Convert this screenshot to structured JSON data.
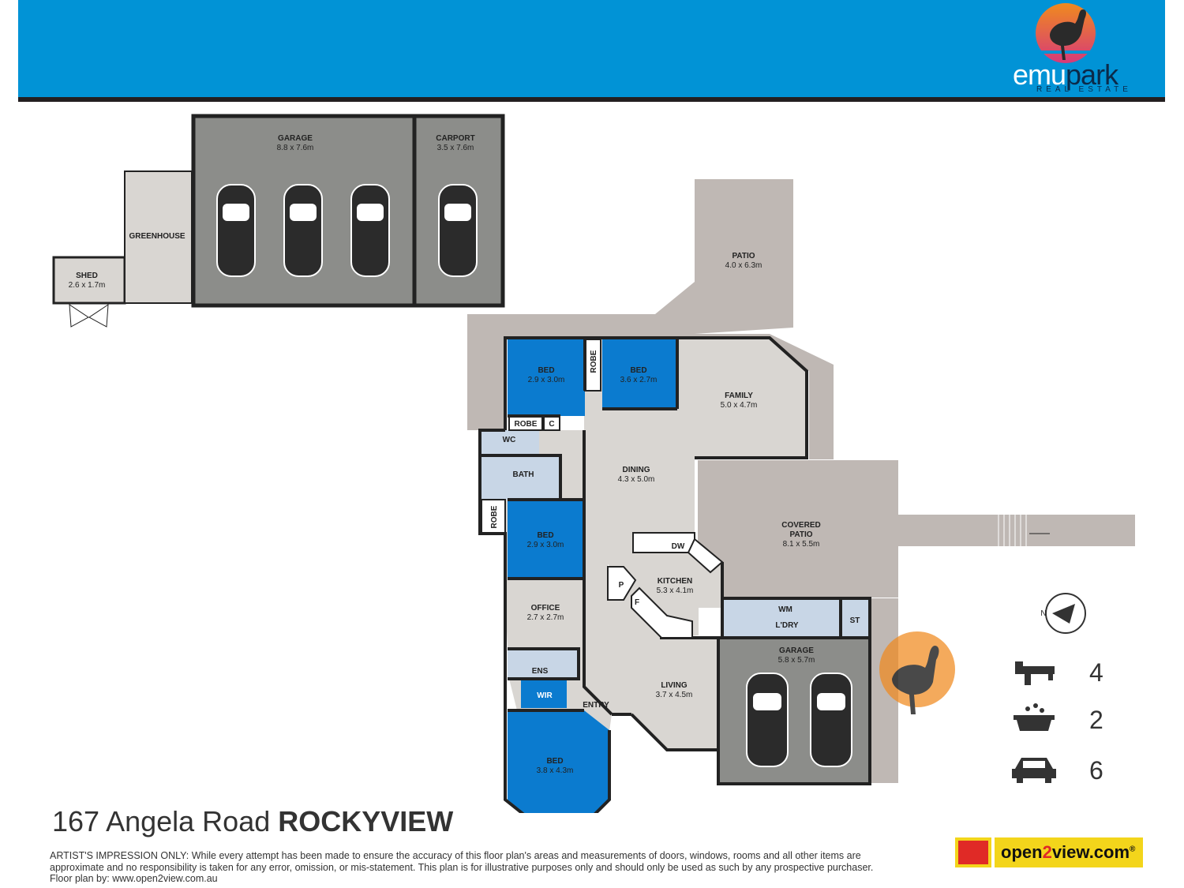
{
  "header": {
    "logo_text_left": "emu",
    "logo_text_right": "park",
    "logo_subtext": "REAL ESTATE",
    "brand_color": "#0193d6"
  },
  "rooms": {
    "garage_detached": {
      "name": "GARAGE",
      "size": "8.8 x 7.6m"
    },
    "carport": {
      "name": "CARPORT",
      "size": "3.5 x 7.6m"
    },
    "greenhouse": {
      "name": "GREENHOUSE"
    },
    "shed": {
      "name": "SHED",
      "size": "2.6 x 1.7m"
    },
    "patio": {
      "name": "PATIO",
      "size": "4.0 x 6.3m"
    },
    "bed1": {
      "name": "BED",
      "size": "2.9 x 3.0m"
    },
    "bed2": {
      "name": "BED",
      "size": "3.6 x 2.7m"
    },
    "robe1": {
      "name": "ROBE"
    },
    "robe2": {
      "name": "ROBE"
    },
    "robe3": {
      "name": "ROBE"
    },
    "c": {
      "name": "C"
    },
    "wc": {
      "name": "WC"
    },
    "bath": {
      "name": "BATH"
    },
    "family": {
      "name": "FAMILY",
      "size": "5.0 x 4.7m"
    },
    "dining": {
      "name": "DINING",
      "size": "4.3 x 5.0m"
    },
    "covered_patio": {
      "name1": "COVERED",
      "name2": "PATIO",
      "size": "8.1 x 5.5m"
    },
    "bed3": {
      "name": "BED",
      "size": "2.9 x 3.0m"
    },
    "dw": {
      "name": "DW"
    },
    "p": {
      "name": "P"
    },
    "f": {
      "name": "F"
    },
    "kitchen": {
      "name": "KITCHEN",
      "size": "5.3 x 4.1m"
    },
    "office": {
      "name": "OFFICE",
      "size": "2.7 x 2.7m"
    },
    "wm": {
      "name": "WM"
    },
    "ldry": {
      "name": "L'DRY"
    },
    "st": {
      "name": "ST"
    },
    "garage_main": {
      "name": "GARAGE",
      "size": "5.8 x 5.7m"
    },
    "ens": {
      "name": "ENS"
    },
    "wir": {
      "name": "WIR"
    },
    "entry": {
      "name": "ENTRY"
    },
    "living": {
      "name": "LIVING",
      "size": "3.7 x 4.5m"
    },
    "bed4": {
      "name": "BED",
      "size": "3.8 x 4.3m"
    }
  },
  "compass": {
    "label": "N"
  },
  "counts": {
    "beds": "4",
    "baths": "2",
    "cars": "6"
  },
  "address": {
    "street": "167 Angela Road",
    "suburb": "ROCKYVIEW"
  },
  "disclaimer": {
    "line1": "ARTIST'S IMPRESSION ONLY: While every attempt has been made to ensure the accuracy of this floor plan's areas and measurements of doors, windows, rooms and all other items are",
    "line2": "approximate and no responsibility is taken for any error, omission, or mis-statement. This plan is for illustrative purposes only and should only be used as such by any prospective purchaser.",
    "line3": "Floor plan by: www.open2view.com.au"
  },
  "open2view": {
    "pre": "open",
    "two": "2",
    "post": "view.com",
    "reg": "®"
  },
  "colors": {
    "bedroom": "#0b7bcf",
    "wet": "#c8d6e6",
    "living": "#d9d6d2",
    "garage": "#8c8d8a",
    "outdoor": "#bfb8b4"
  }
}
